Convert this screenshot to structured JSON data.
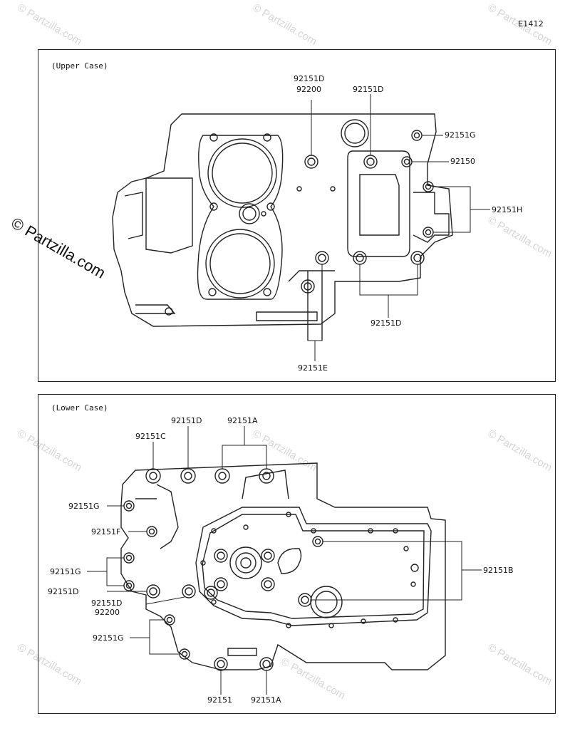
{
  "diagram_code": "E1412",
  "watermark": "© Partzilla.com",
  "upper": {
    "title": "(Upper Case)",
    "labels": [
      "92151D",
      "92200",
      "92151D",
      "92151G",
      "92150",
      "92151H",
      "92151D",
      "92151E"
    ]
  },
  "lower": {
    "title": "(Lower Case)",
    "labels": [
      "92151D",
      "92151A",
      "92151C",
      "92151G",
      "92151F",
      "92151G",
      "92151D",
      "92151D",
      "92200",
      "92151G",
      "92151",
      "92151A",
      "92151B"
    ]
  }
}
